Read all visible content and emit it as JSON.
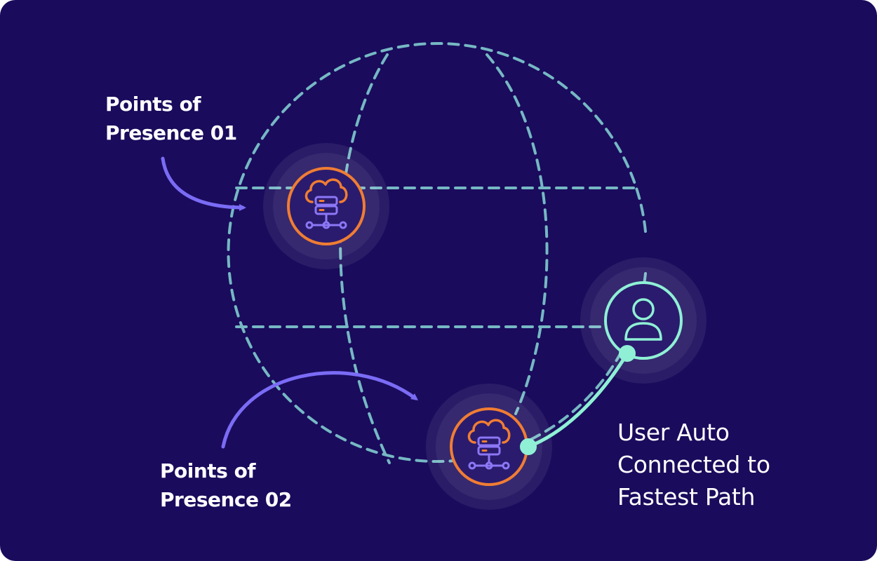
{
  "labels": {
    "pop_01": [
      "Points of",
      "Presence 01"
    ],
    "pop_02": [
      "Points of",
      "Presence 02"
    ],
    "user_connection": [
      "User Auto",
      "Connected to",
      "Fastest Path"
    ]
  },
  "icons": {
    "pop_01": "cloud-server-icon",
    "pop_02": "cloud-server-icon",
    "user": "user-icon"
  },
  "colors": {
    "background": "#1a0b5c",
    "grid_dashes": "#76b8c4",
    "server_ring": "#f07d33",
    "server_glyph": "#8c77f5",
    "user_ring": "#8ff0d5",
    "fastest_path": "#8ff0d5",
    "arrow": "#7b6cf6",
    "label_text": "#ffffff"
  }
}
